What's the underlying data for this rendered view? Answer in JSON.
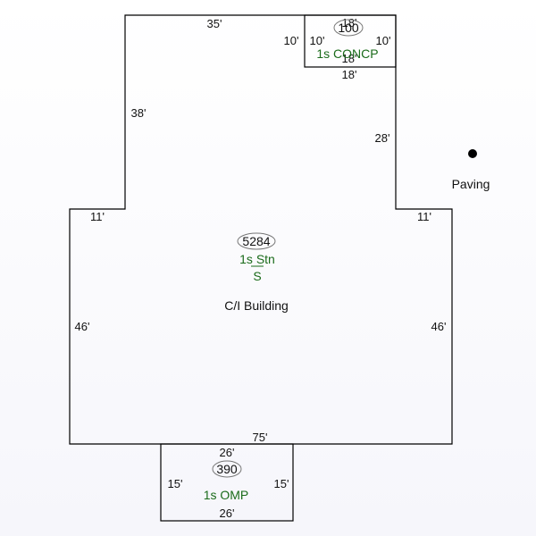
{
  "colors": {
    "outline": "#000000",
    "code_text": "#1a6b1a",
    "oval": "#777777"
  },
  "main_building": {
    "label": "C/I Building",
    "area": "5284",
    "code": "1s Stn",
    "sub_code": "S",
    "dimensions": {
      "top_left": "35'",
      "left_upper": "38'",
      "right_upper": "28'",
      "step_left": "11'",
      "step_right": "11'",
      "left_lower": "46'",
      "right_lower": "46'",
      "bottom": "75'"
    }
  },
  "concrete_porch": {
    "area": "100",
    "code": "1s CONCP",
    "overlap_top": "18'",
    "overlap_bottom": "18'",
    "dimensions": {
      "top": "18'",
      "bottom": "18'",
      "left_outer": "10'",
      "left_inner": "10'",
      "right": "10'"
    }
  },
  "open_porch": {
    "area": "390",
    "code": "1s OMP",
    "dimensions": {
      "top": "26'",
      "bottom": "26'",
      "left": "15'",
      "right": "15'"
    }
  },
  "paving": {
    "label": "Paving"
  }
}
